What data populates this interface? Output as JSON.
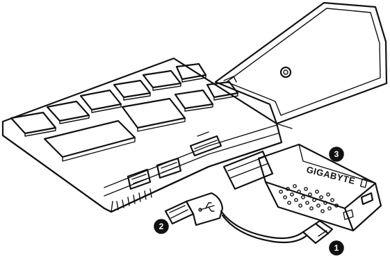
{
  "callouts": [
    {
      "id": "callout-1",
      "label": "1"
    },
    {
      "id": "callout-2",
      "label": "2"
    },
    {
      "id": "callout-3",
      "label": "3"
    }
  ],
  "dongle": {
    "brand_text": "GIGABYTE"
  },
  "icons": {
    "laptop": "laptop-illustration",
    "dongle": "hdmi-dongle",
    "usb_cable": "usb-cable",
    "usb_symbol": "usb-symbol"
  }
}
